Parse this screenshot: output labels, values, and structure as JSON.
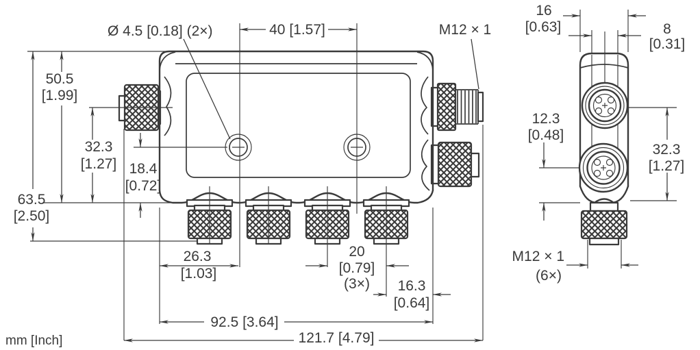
{
  "drawing": {
    "units_note": "mm [Inch]",
    "notes": {
      "hole_note": "Ø 4.5 [0.18] (2×)",
      "thread_top_label": "M12 × 1",
      "thread_bottom_label": "M12 × 1",
      "thread_bottom_count": "(6×)"
    },
    "dimensions": {
      "hole_spacing": {
        "text": "40 [1.57]"
      },
      "height_body": {
        "mm": "50.5",
        "inch": "[1.99]"
      },
      "height_total": {
        "mm": "63.5",
        "inch": "[2.50]"
      },
      "side_port_to_bottom_front": {
        "mm": "32.3",
        "inch": "[1.27]"
      },
      "hole_to_bottom": {
        "mm": "18.4",
        "inch": "[0.72]"
      },
      "edge_to_first_hole": {
        "mm": "26.3",
        "inch": "[1.03]"
      },
      "port_pitch": {
        "mm": "20",
        "inch": "[0.79]",
        "count": "(3×)"
      },
      "last_port_to_edge": {
        "mm": "16.3",
        "inch": "[0.64]"
      },
      "body_width": {
        "text": "92.5 [3.64]"
      },
      "total_width": {
        "text": "121.7 [4.79]"
      },
      "depth": {
        "mm": "16",
        "inch": "[0.63]"
      },
      "cap_width": {
        "mm": "8",
        "inch": "[0.31]"
      },
      "lower_port_to_bottom_side": {
        "mm": "12.3",
        "inch": "[0.48]"
      },
      "upper_port_to_bottom_side": {
        "mm": "32.3",
        "inch": "[1.27]"
      }
    }
  }
}
